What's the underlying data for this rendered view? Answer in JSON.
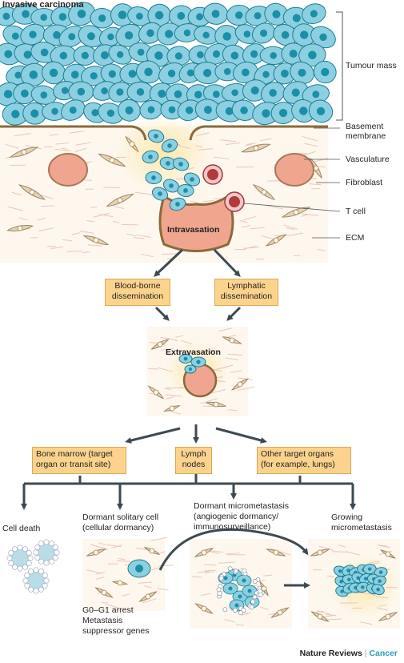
{
  "title": "Invasive carcinoma",
  "labels": {
    "tumour_mass": "Tumour mass",
    "basement_membrane_1": "Basement",
    "basement_membrane_2": "membrane",
    "vasculature": "Vasculature",
    "fibroblast": "Fibroblast",
    "t_cell": "T cell",
    "ecm": "ECM",
    "intravasation": "Intravasation",
    "extravasation": "Extravasation"
  },
  "dissemination": {
    "blood_1": "Blood-borne",
    "blood_2": "dissemination",
    "lymph_1": "Lymphatic",
    "lymph_2": "dissemination"
  },
  "targets": {
    "bone_1": "Bone marrow (target",
    "bone_2": "organ or transit site)",
    "lymph_1": "Lymph",
    "lymph_2": "nodes",
    "other_1": "Other target organs",
    "other_2": "(for example, lungs)"
  },
  "fates": {
    "death": "Cell death",
    "dormant_1": "Dormant solitary cell",
    "dormant_2": "(cellular dormancy)",
    "micro_1": "Dormant micrometastasis",
    "micro_2": "(angiogenic dormancy/",
    "micro_3": "immunosurveillance)",
    "growing_1": "Growing",
    "growing_2": "micrometastasis",
    "arrest_1": "G0–G1 arrest",
    "arrest_2": "Metastasis",
    "arrest_3": "suppressor genes"
  },
  "footer": {
    "journal": "Nature Reviews",
    "section": "Cancer"
  },
  "colors": {
    "tumour_cell": "#8ccfe0",
    "tumour_nucleus": "#1b8fa8",
    "box_fill": "#fbd38d",
    "vessel": "#f0a58f",
    "fibroblast": "#e6d2b5",
    "arrow": "#3d4a52"
  }
}
